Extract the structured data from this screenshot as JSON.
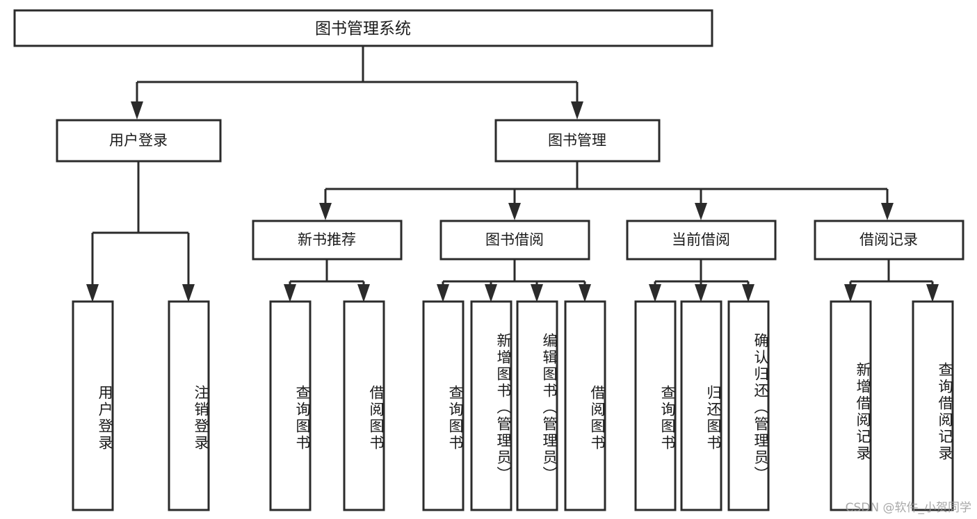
{
  "diagram": {
    "type": "tree",
    "title": "图书管理系统",
    "watermark": "CSDN @软件_小贺同学",
    "colors": {
      "background": "#ffffff",
      "box_fill": "#ffffff",
      "box_stroke": "#2b2b2b",
      "text": "#1a1a1a",
      "watermark": "#9a9a9a"
    },
    "root": {
      "label": "图书管理系统"
    },
    "level2": [
      {
        "label": "用户登录"
      },
      {
        "label": "图书管理"
      }
    ],
    "level3": [
      {
        "label": "新书推荐"
      },
      {
        "label": "图书借阅"
      },
      {
        "label": "当前借阅"
      },
      {
        "label": "借阅记录"
      }
    ],
    "leaves": {
      "user_login": [
        {
          "label": "用户登录"
        },
        {
          "label": "注销登录"
        }
      ],
      "new_book_recommend": [
        {
          "label": "查询图书"
        },
        {
          "label": "借阅图书"
        }
      ],
      "book_borrow": [
        {
          "label": "查询图书"
        },
        {
          "label": "新增图书（管理员）"
        },
        {
          "label": "编辑图书（管理员）"
        },
        {
          "label": "借阅图书"
        }
      ],
      "current_borrow": [
        {
          "label": "查询图书"
        },
        {
          "label": "归还图书"
        },
        {
          "label": "确认归还（管理员）"
        }
      ],
      "borrow_records": [
        {
          "label": "新增借阅记录"
        },
        {
          "label": "查询借阅记录"
        }
      ]
    }
  }
}
